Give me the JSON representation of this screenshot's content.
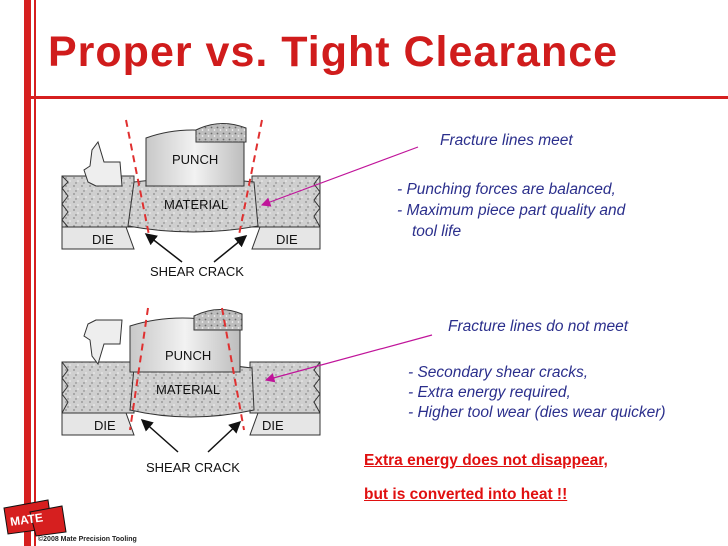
{
  "slide": {
    "title": "Proper vs. Tight Clearance",
    "copyright": "©2008 Mate Precision Tooling",
    "logo_text": "MATE"
  },
  "proper": {
    "heading": "Fracture lines meet",
    "bullets": [
      "- Punching forces are balanced,",
      "- Maximum piece part quality and",
      "tool life"
    ],
    "labels": {
      "punch": "PUNCH",
      "material": "MATERIAL",
      "die_left": "DIE",
      "die_right": "DIE",
      "shear_crack": "SHEAR CRACK"
    },
    "gesture_icon": "thumbs-up-icon"
  },
  "tight": {
    "heading": "Fracture lines do not meet",
    "bullets": [
      "- Secondary shear cracks,",
      "- Extra energy required,",
      "- Higher tool wear (dies wear quicker)"
    ],
    "labels": {
      "punch": "PUNCH",
      "material": "MATERIAL",
      "die_left": "DIE",
      "die_right": "DIE",
      "shear_crack": "SHEAR CRACK"
    },
    "gesture_icon": "thumbs-down-icon"
  },
  "conclusion": [
    "Extra energy does not disappear,",
    "but is converted into heat !!"
  ],
  "colors": {
    "accent": "#d61f1f",
    "text_blue": "#2b2f8c",
    "arrow": "#c0149a",
    "fracture": "#e03030"
  }
}
